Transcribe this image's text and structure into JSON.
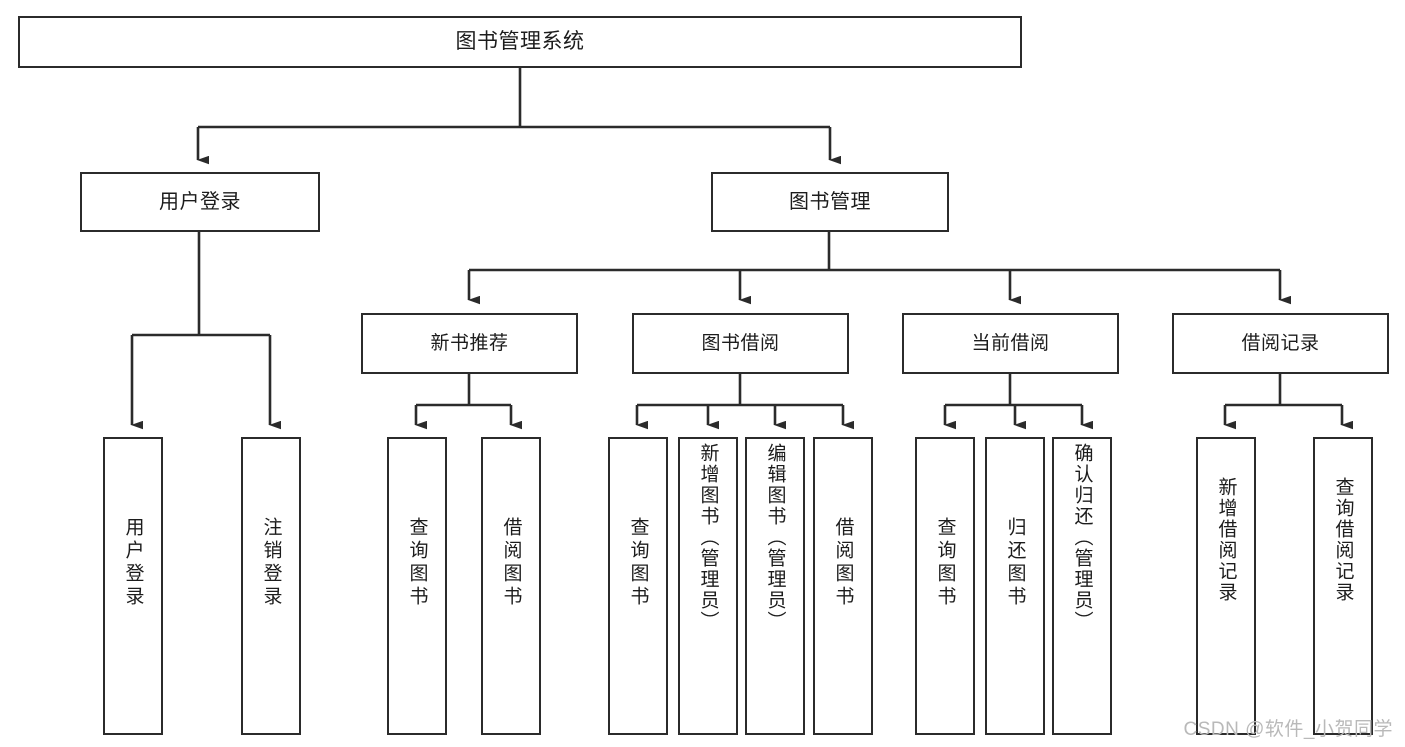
{
  "diagram": {
    "type": "tree",
    "title": "图书管理系统",
    "watermark": "CSDN @软件_小贺同学",
    "stroke_color": "#2b2b2b",
    "text_color": "#1c1c1c",
    "background_color": "#ffffff",
    "nodes": {
      "root": "图书管理系统",
      "level2": {
        "user_login": "用户登录",
        "book_manage": "图书管理"
      },
      "level3": {
        "new_book_recommend": "新书推荐",
        "book_borrow": "图书借阅",
        "current_borrow": "当前借阅",
        "borrow_record": "借阅记录"
      },
      "leaves": {
        "user_login_1": "用户登录",
        "user_login_2": "注销登录",
        "new_book_1": "查询图书",
        "new_book_2": "借阅图书",
        "borrow_1": "查询图书",
        "borrow_2": "新增图书（管理员）",
        "borrow_3": "编辑图书（管理员）",
        "borrow_4": "借阅图书",
        "current_1": "查询图书",
        "current_2": "归还图书",
        "current_3": "确认归还（管理员）",
        "record_1": "新增借阅记录",
        "record_2": "查询借阅记录"
      }
    }
  }
}
